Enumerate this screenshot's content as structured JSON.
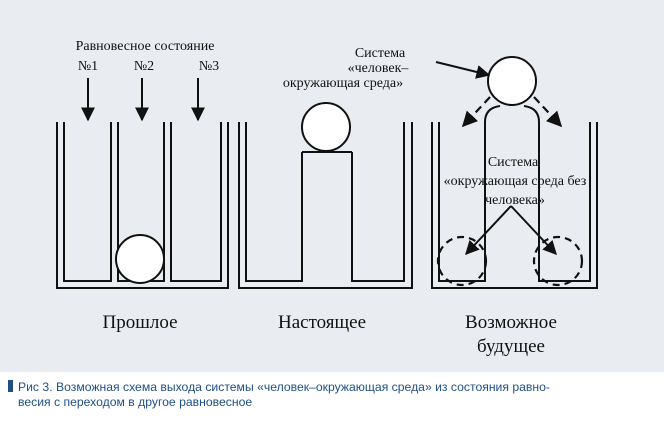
{
  "diagram": {
    "equilibrium_title": "Равновесное состояние",
    "state_labels": [
      "№1",
      "№2",
      "№3"
    ],
    "past_label": "Прошлое",
    "present_label": "Настоящее",
    "future_label_line1": "Возможное",
    "future_label_line2": "будущее",
    "system_human": {
      "line1": "Система",
      "line2": "«человек–",
      "line3": "окружающая среда»"
    },
    "system_env": {
      "line1": "Система",
      "line2": "«окружающая среда без",
      "line3": "человека»"
    }
  },
  "caption": {
    "line1": "Рис 3. Возможная схема выхода системы «человек–окружающая среда» из состояния равно-",
    "line2": "весия с переходом в другое равновесное"
  }
}
